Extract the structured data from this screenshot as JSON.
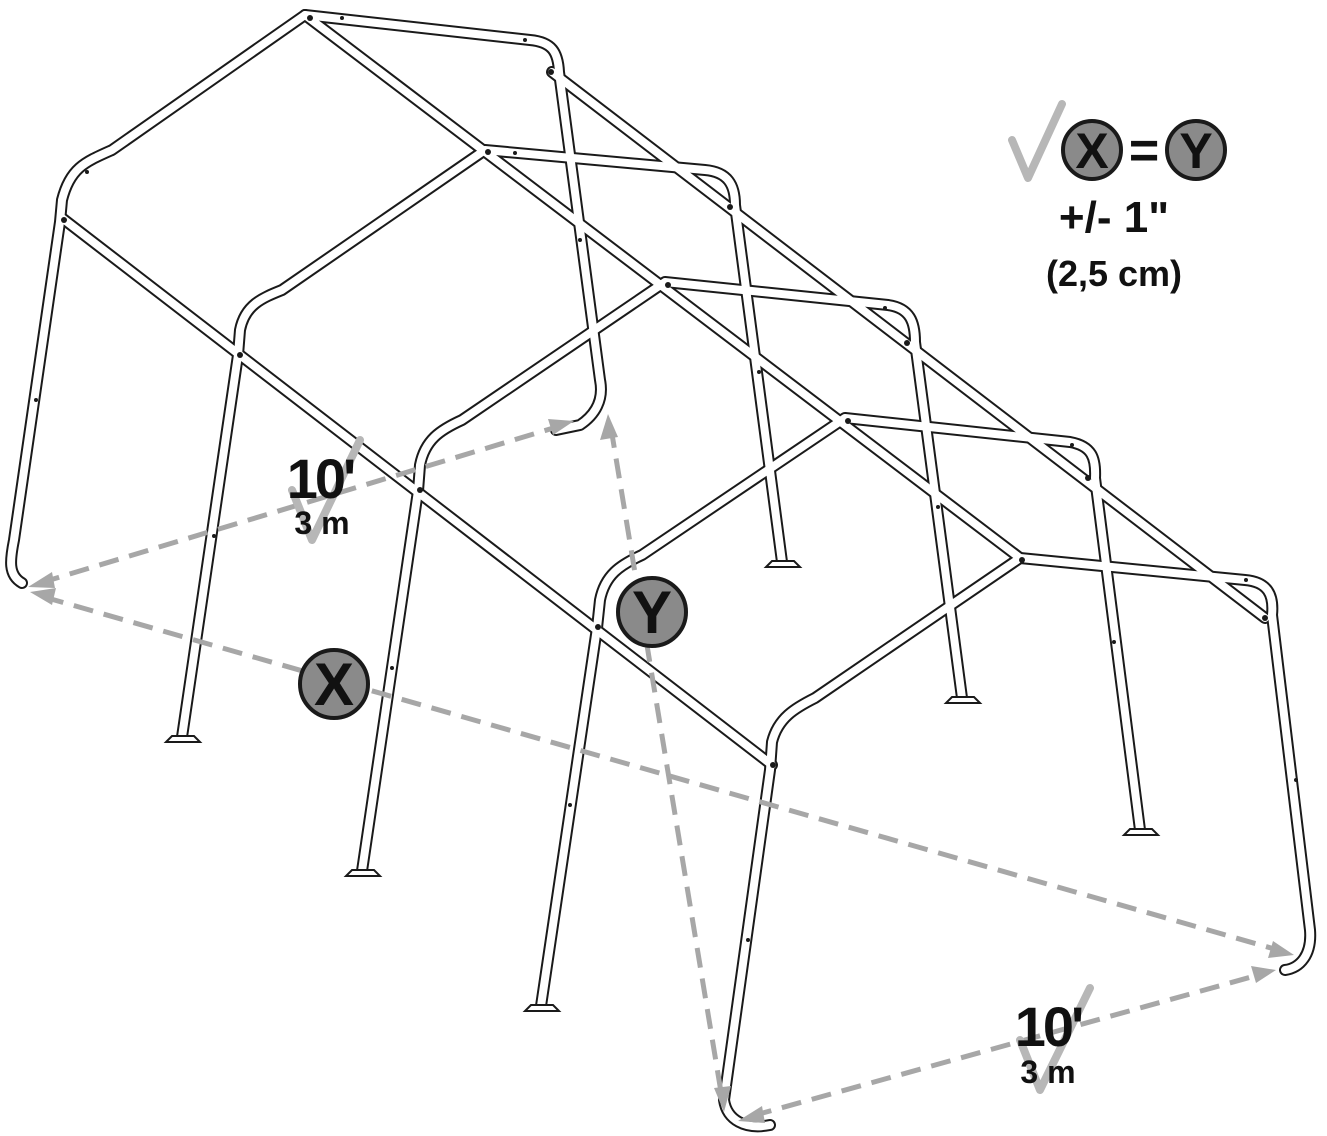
{
  "formula": {
    "x_label": "X",
    "equals": "=",
    "y_label": "Y",
    "tolerance": "+/- 1\"",
    "tolerance_metric": "(2,5 cm)"
  },
  "width_dimension_back": {
    "feet": "10'",
    "meters": "3 m"
  },
  "width_dimension_front": {
    "feet": "10'",
    "meters": "3 m"
  },
  "diagonal_x": {
    "label": "X"
  },
  "diagonal_y": {
    "label": "Y"
  },
  "colors": {
    "frame_outline": "#1a1a1a",
    "frame_fill": "#ffffff",
    "dimension_lines": "#a7a7a7",
    "badge": "#8a8a8a",
    "checkmark": "#b7b7b7"
  }
}
